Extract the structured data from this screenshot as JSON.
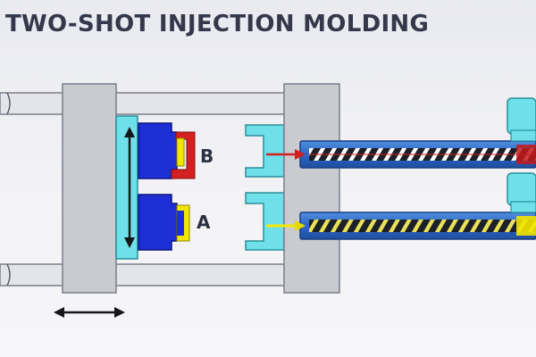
{
  "title": "TWO-SHOT INJECTION MOLDING",
  "labels": {
    "material_b": "B",
    "material_a": "A"
  },
  "colors": {
    "title": "#34384a",
    "platen": "#cacbd1",
    "platen_stroke": "#7b7e8a",
    "tie_bar": "#e4e5ea",
    "mold_core": "#1f2fd6",
    "mold_cavity": "#6fe0ea",
    "barrel": "#2e6bc8",
    "screw": "#222730",
    "material_a": "#f2e600",
    "material_b": "#d42020",
    "arrow": "#15171d"
  },
  "icons": {
    "clamp_motion": "double-arrow-horizontal-icon",
    "ejector_motion": "double-arrow-vertical-icon",
    "flow_b": "flow-arrow-left-icon",
    "flow_a": "flow-arrow-left-icon"
  }
}
